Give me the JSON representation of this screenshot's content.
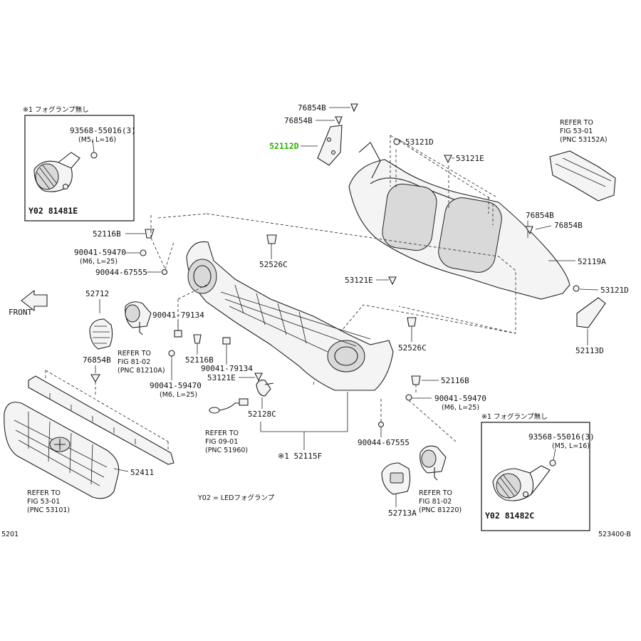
{
  "labels": {
    "inset_note_left": "※1 フォグランプ無し",
    "inset_note_right": "※1 フォグランプ無し",
    "p_93568_left": "93568-55016(3)",
    "p_93568_left_spec": "(M5, L=16)",
    "p_y02_81481e": "Y02 81481E",
    "p_93568_right": "93568-55016(3)",
    "p_93568_right_spec": "(M5, L=16)",
    "p_y02_81482c": "Y02 81482C",
    "p_76854b_top1": "76854B",
    "p_76854b_top2": "76854B",
    "p_52112d": "52112D",
    "p_53121d_top": "53121D",
    "p_53121e_top": "53121E",
    "refer_53_01_a_l1": "REFER TO",
    "refer_53_01_a_l2": "FIG 53-01",
    "refer_53_01_a_l3": "(PNC 53152A)",
    "p_52116b_top": "52116B",
    "p_90041_left": "90041-59470",
    "p_90041_left_spec": "(M6, L=25)",
    "p_90044_left": "90044-67555",
    "p_52526c_top": "52526C",
    "p_53121e_mid": "53121E",
    "p_76854b_right1": "76854B",
    "p_76854b_right2": "76854B",
    "p_52119a": "52119A",
    "p_53121d_right": "53121D",
    "p_52113d": "52113D",
    "front": "FRONT",
    "p_52712": "52712",
    "p_90041_79134_a": "90041-79134",
    "refer_81_02_a_l1": "REFER TO",
    "refer_81_02_a_l2": "FIG 81-02",
    "refer_81_02_a_l3": "(PNC 81210A)",
    "p_52116b_mid": "52116B",
    "p_90041_79134_b": "90041-79134",
    "p_53121e_low": "53121E",
    "p_76854b_left": "76854B",
    "p_90041_mid": "90041-59470",
    "p_90041_mid_spec": "(M6, L=25)",
    "p_52526c_low": "52526C",
    "p_52116b_right": "52116B",
    "p_90041_right": "90041-59470",
    "p_90041_right_spec": "(M6, L=25)",
    "p_52128c": "52128C",
    "refer_09_01_l1": "REFER TO",
    "refer_09_01_l2": "FIG 09-01",
    "refer_09_01_l3": "(PNC 51960)",
    "p_52115f": "※1 52115F",
    "p_90044_right": "90044-67555",
    "p_52411": "52411",
    "refer_53_01_b_l1": "REFER TO",
    "refer_53_01_b_l2": "FIG 53-01",
    "refer_53_01_b_l3": "(PNC 53101)",
    "legend_y02": "Y02 = LEDフォグランプ",
    "p_52713a": "52713A",
    "refer_81_02_b_l1": "REFER TO",
    "refer_81_02_b_l2": "FIG 81-02",
    "refer_81_02_b_l3": "(PNC 81220)",
    "corner_left": "5201",
    "corner_right": "523400-B"
  },
  "highlight_color": "#2db300"
}
